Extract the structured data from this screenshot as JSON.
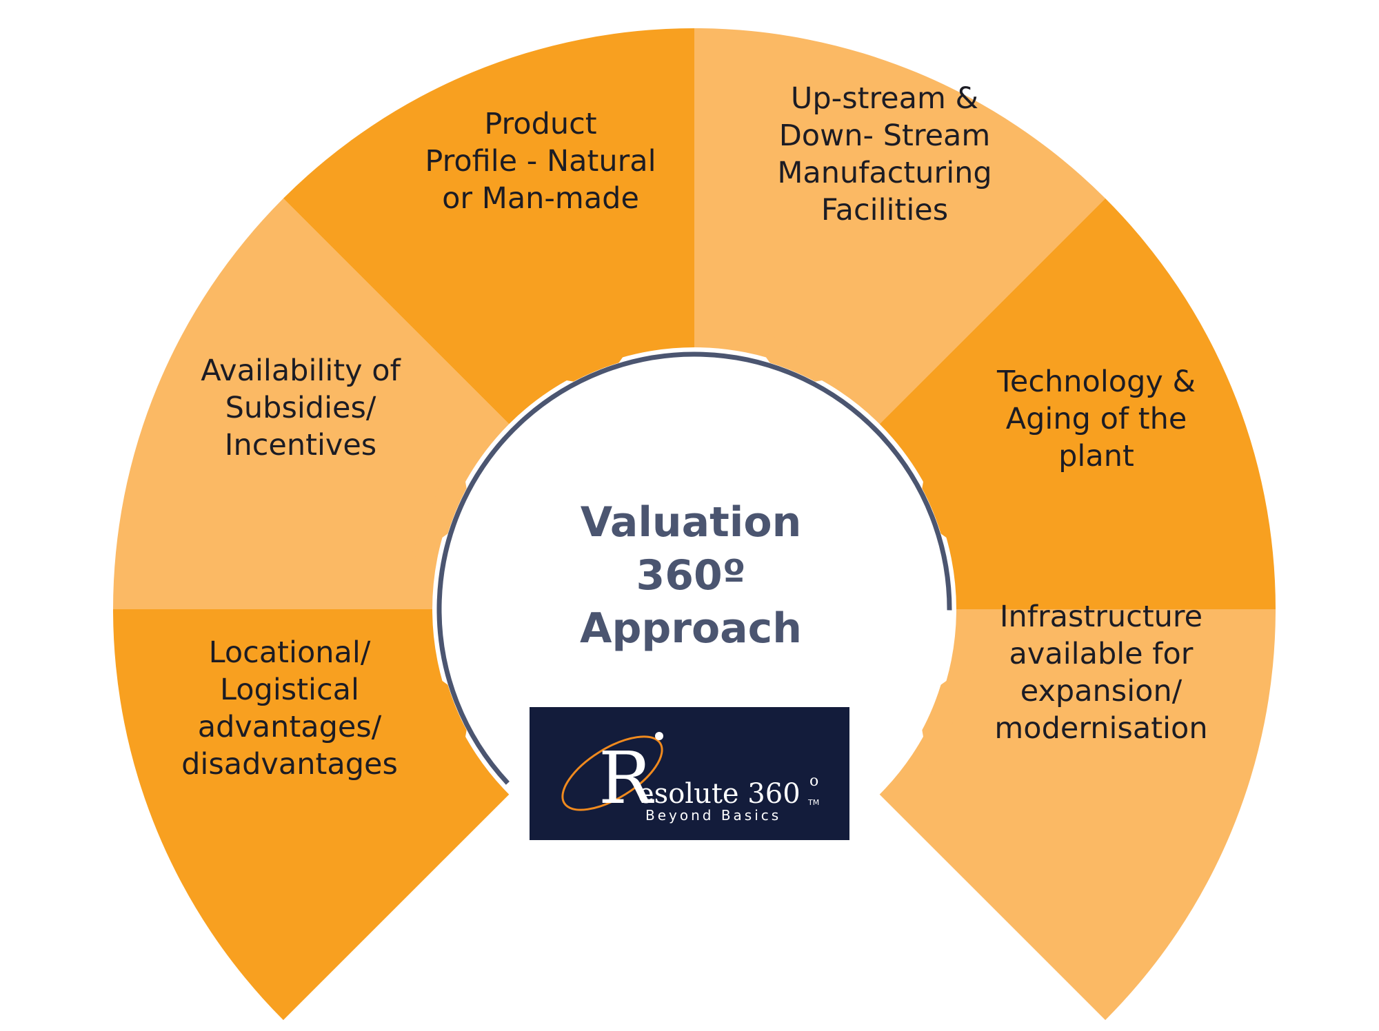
{
  "diagram": {
    "center": {
      "lines": [
        "Valuation",
        "360º",
        "Approach"
      ]
    },
    "segments": [
      {
        "id": "locational",
        "lines": [
          "Locational/",
          "Logistical",
          "advantages/",
          "disadvantages"
        ],
        "color": "#F8A020"
      },
      {
        "id": "subsidies",
        "lines": [
          "Availability of",
          "Subsidies/",
          "Incentives"
        ],
        "color": "#FBB964"
      },
      {
        "id": "product",
        "lines": [
          "Product",
          "Profile - Natural",
          "or Man-made"
        ],
        "color": "#F8A020"
      },
      {
        "id": "upstream",
        "lines": [
          "Up-stream &",
          "Down- Stream",
          "Manufacturing",
          "Facilities"
        ],
        "color": "#FBB964"
      },
      {
        "id": "technology",
        "lines": [
          "Technology &",
          "Aging of the",
          "plant"
        ],
        "color": "#F8A020"
      },
      {
        "id": "infrastructure",
        "lines": [
          "Infrastructure",
          "available for",
          "expansion/",
          "modernisation"
        ],
        "color": "#FBB964"
      }
    ],
    "gear_color": "#4B5570",
    "logo": {
      "brand_letter": "R",
      "brand_rest": "esolute 360",
      "degree": "o",
      "trademark": "TM",
      "tagline": "Beyond Basics",
      "background": "#131C3B",
      "accent": "#F08A1E"
    }
  }
}
